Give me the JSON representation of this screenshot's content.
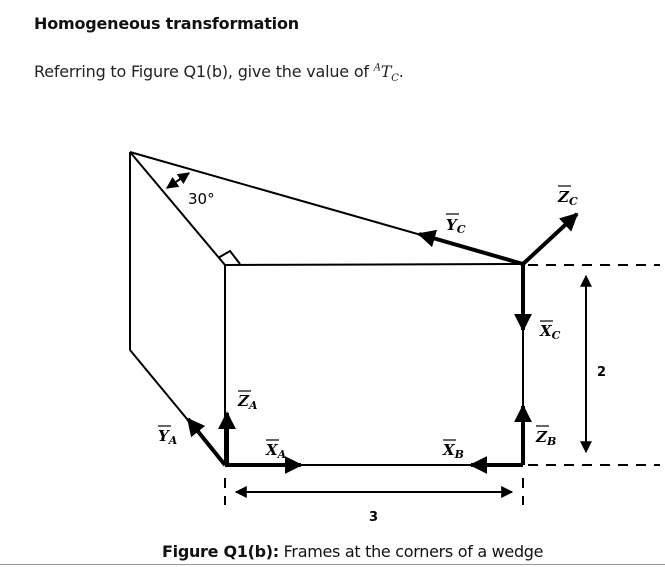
{
  "heading": "Homogeneous transformation",
  "question": {
    "prefix": "Referring to Figure Q1(b), give the value of ",
    "sup": "A",
    "base": "T",
    "sub": "C",
    "suffix": "."
  },
  "figure": {
    "angle_label": "30°",
    "dim_width": "3",
    "dim_height": "2",
    "frames": {
      "A": {
        "x": "X",
        "y": "Y",
        "z": "Z",
        "sub": "A"
      },
      "B": {
        "x": "X",
        "z": "Z",
        "sub": "B"
      },
      "C": {
        "x": "X",
        "y": "Y",
        "z": "Z",
        "sub": "C"
      }
    }
  },
  "caption": {
    "bold": "Figure Q1(b):",
    "text": " Frames at the corners of a wedge"
  }
}
